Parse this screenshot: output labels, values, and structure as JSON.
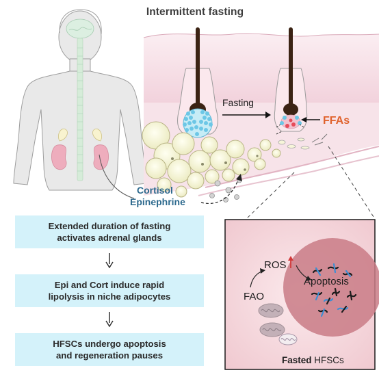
{
  "title": "Intermittent fasting",
  "labels": {
    "fasting": "Fasting",
    "ffas": "FFAs",
    "cortisol": "Cortisol",
    "epinephrine": "Epinephrine",
    "ros": "ROS",
    "fao": "FAO",
    "apoptosis": "Apoptosis"
  },
  "steps": [
    {
      "line1": "Extended duration of fasting",
      "line2": "activates adrenal glands"
    },
    {
      "line1": "Epi and Cort induce rapid",
      "line2": "lipolysis in niche adipocytes"
    },
    {
      "line1": "HFSCs undergo apoptosis",
      "line2": "and regeneration pauses"
    }
  ],
  "panel": {
    "caption_bold": "Fasted",
    "caption_rest": " HFSCs"
  },
  "colors": {
    "ffas": "#e0622c",
    "hormones": "#2d6a8e",
    "box": "#d4f2fa",
    "panel_bg": "#f6dbe0",
    "apoptosis_circle": "#c97b86",
    "skin": "#f7e3e9",
    "fat": "#f7f5d9",
    "hair": "#3b2314",
    "stem_cells": "#6cc7e6",
    "ros_arrow": "#d23a3a"
  }
}
